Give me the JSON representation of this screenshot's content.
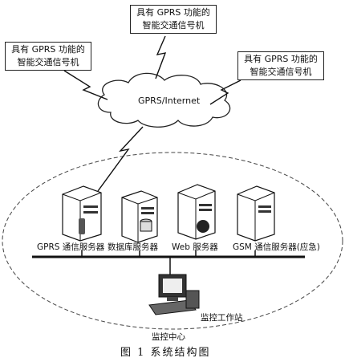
{
  "signal_boxes": [
    {
      "line1": "具有 GPRS 功能的",
      "line2": "智能交通信号机"
    },
    {
      "line1": "具有 GPRS 功能的",
      "line2": "智能交通信号机"
    },
    {
      "line1": "具有 GPRS 功能的",
      "line2": "智能交通信号机"
    }
  ],
  "cloud_label": "GPRS/Internet",
  "servers": [
    {
      "label": "GPRS 通信服务器"
    },
    {
      "label": "数据库服务器"
    },
    {
      "label": "Web 服务器"
    },
    {
      "label": "GSM 通信服务器(应急)"
    }
  ],
  "workstation_label": "监控工作站",
  "center_label": "监控中心",
  "figure_caption": "图 1  系统结构图"
}
